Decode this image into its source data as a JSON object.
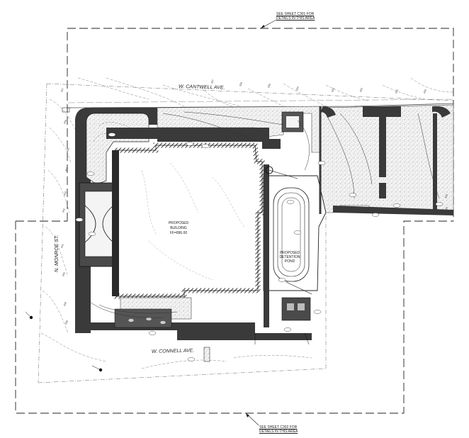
{
  "notes": {
    "top_line1": "SEE SHEET C301 FOR",
    "top_line2": "DETAILS IN THIS AREA",
    "bottom_line1": "SEE SHEET C302 FOR",
    "bottom_line2": "DETAILS IN THIS AREA"
  },
  "streets": {
    "north": "W. CANTWELL AVE.",
    "south": "W. CONNELL AVE.",
    "west": "N. MONROE ST."
  },
  "building": {
    "line1": "PROPOSED",
    "line2": "BUILDING",
    "line3": "FF=896.00"
  },
  "pond": {
    "line1": "PROPOSED",
    "line2": "DETENTION",
    "line3": "POND"
  },
  "contour_labels": [
    "847",
    "846",
    "845",
    "844",
    "843",
    "842",
    "841",
    "840",
    "839",
    "838",
    "837",
    "836",
    "835",
    "834",
    "833",
    "832",
    "831",
    "830",
    "829",
    "828"
  ]
}
